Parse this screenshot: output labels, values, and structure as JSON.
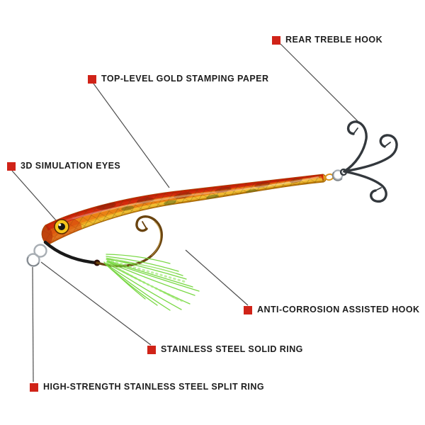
{
  "diagram": {
    "labels": [
      {
        "text": "REAR TREBLE HOOK"
      },
      {
        "text": "TOP-LEVEL GOLD STAMPING PAPER"
      },
      {
        "text": "3D SIMULATION EYES"
      },
      {
        "text": "ANTI-CORROSION ASSISTED HOOK"
      },
      {
        "text": "STAINLESS STEEL SOLID RING"
      },
      {
        "text": "HIGH-STRENGTH STAINLESS STEEL SPLIT RING"
      }
    ],
    "marker_color": "#d02318",
    "colors": {
      "text": "#1d1d1d",
      "callout_line": "#4d4d4d",
      "body_red": "#d42b0d",
      "body_gold": "#eda31d",
      "flash_green": "#72d63a",
      "hook_dark": "#33383d",
      "ring_silver": "#a8aeb4"
    }
  }
}
